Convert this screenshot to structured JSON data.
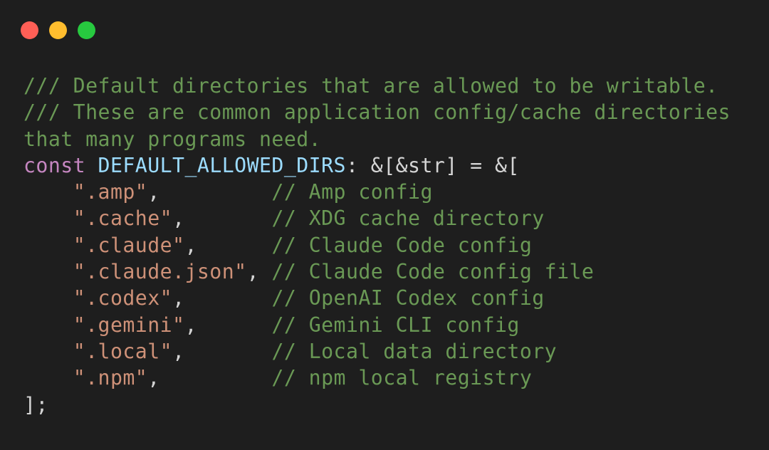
{
  "window": {
    "controls": {
      "close_color": "#ff5f56",
      "minimize_color": "#ffbd2e",
      "maximize_color": "#27c93f"
    }
  },
  "code": {
    "doc_comment_1": "/// Default directories that are allowed to be writable.",
    "doc_comment_2": "/// These are common application config/cache directories",
    "doc_comment_3": "that many programs need.",
    "decl_keyword": "const",
    "decl_space": " ",
    "decl_name": "DEFAULT_ALLOWED_DIRS",
    "decl_rest": ": &[&str] = &[",
    "entries": [
      {
        "indent": "    ",
        "value": "\".amp\"",
        "sep": ",         ",
        "comment": "// Amp config"
      },
      {
        "indent": "    ",
        "value": "\".cache\"",
        "sep": ",       ",
        "comment": "// XDG cache directory"
      },
      {
        "indent": "    ",
        "value": "\".claude\"",
        "sep": ",      ",
        "comment": "// Claude Code config"
      },
      {
        "indent": "    ",
        "value": "\".claude.json\"",
        "sep": ", ",
        "comment": "// Claude Code config file"
      },
      {
        "indent": "    ",
        "value": "\".codex\"",
        "sep": ",       ",
        "comment": "// OpenAI Codex config"
      },
      {
        "indent": "    ",
        "value": "\".gemini\"",
        "sep": ",      ",
        "comment": "// Gemini CLI config"
      },
      {
        "indent": "    ",
        "value": "\".local\"",
        "sep": ",       ",
        "comment": "// Local data directory"
      },
      {
        "indent": "    ",
        "value": "\".npm\"",
        "sep": ",         ",
        "comment": "// npm local registry"
      }
    ],
    "closing": "];"
  }
}
